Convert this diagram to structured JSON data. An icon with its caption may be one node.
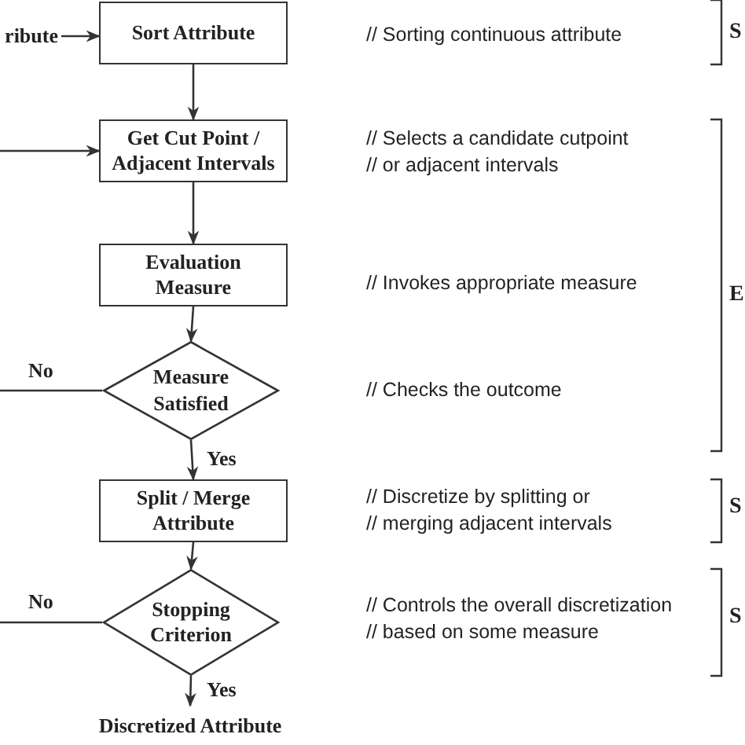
{
  "diagram": {
    "nodes": [
      {
        "text": [
          "ribute"
        ]
      },
      {
        "text": [
          "Sort Attribute"
        ]
      },
      {
        "text": [
          "Get Cut Point / Adjacent Intervals"
        ]
      },
      {
        "text": [
          "Evaluation Measure"
        ]
      },
      {
        "text": [
          "Measure Satisfied"
        ]
      },
      {
        "text": [
          "Split / Merge Attribute"
        ]
      },
      {
        "text": [
          "Stopping Criterion"
        ]
      },
      {
        "text": [
          "Discretized Attribute"
        ]
      }
    ],
    "edges": [
      {
        "from": 0,
        "to": 1,
        "arrow": "to"
      },
      {
        "from": null,
        "to": 2,
        "arrow": "to"
      },
      {
        "from": 1,
        "to": 2,
        "arrow": "to"
      },
      {
        "from": 2,
        "to": 3,
        "arrow": "to"
      },
      {
        "from": 3,
        "to": 4,
        "arrow": "to"
      },
      {
        "from": 4,
        "to": null,
        "label": "No",
        "arrow": "none"
      },
      {
        "from": 4,
        "to": 5,
        "label": "Yes",
        "arrow": "to"
      },
      {
        "from": 5,
        "to": 6,
        "arrow": "to"
      },
      {
        "from": 6,
        "to": null,
        "label": "No",
        "arrow": "none"
      },
      {
        "from": 6,
        "to": 7,
        "label": "Yes",
        "arrow": "to"
      }
    ],
    "labels": [
      "// Sorting continuous attribute",
      "S",
      "// Selects a candidate cutpoint",
      "// or adjacent intervals",
      "// Invokes appropriate measure",
      "E",
      "// Checks the outcome",
      "// Discretize by splitting or",
      "// merging adjacent intervals",
      "S",
      "// Controls the overall discretization",
      "// based on some measure",
      "S"
    ]
  }
}
